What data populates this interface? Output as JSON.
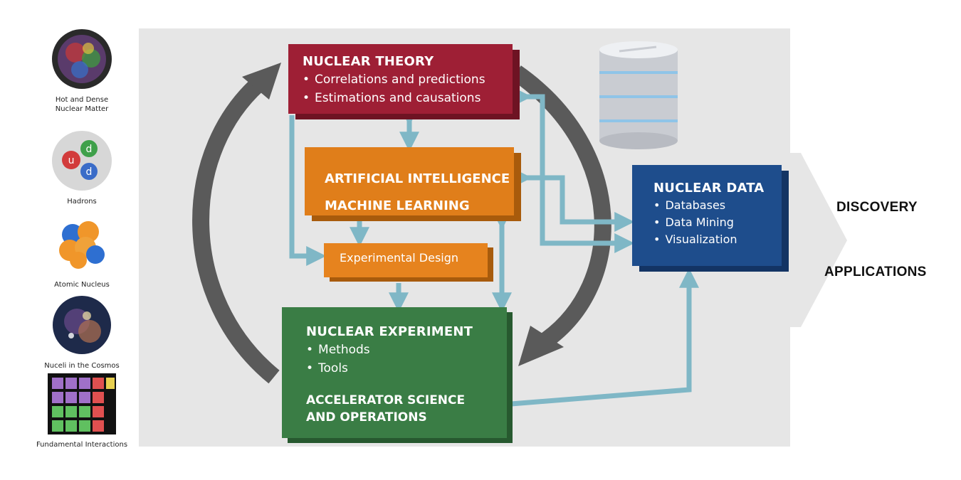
{
  "sidebar": {
    "items": [
      {
        "label": "Hot and Dense\nNuclear Matter",
        "icon": "quark-gluon-plasma-icon"
      },
      {
        "label": "Hadrons",
        "icon": "hadron-icon"
      },
      {
        "label": "Atomic Nucleus",
        "icon": "atomic-nucleus-icon"
      },
      {
        "label": "Nuceli in the Cosmos",
        "icon": "cosmos-icon"
      },
      {
        "label": "Fundamental Interactions",
        "icon": "particle-grid-icon"
      }
    ]
  },
  "hadron_quarks": [
    "u",
    "d",
    "d"
  ],
  "theory": {
    "title": "NUCLEAR THEORY",
    "items": [
      "Correlations and predictions",
      "Estimations and causations"
    ]
  },
  "ai": {
    "line1": "ARTIFICIAL INTELLIGENCE",
    "line2": "MACHINE LEARNING"
  },
  "design": {
    "label": "Experimental Design"
  },
  "experiment": {
    "title": "NUCLEAR EXPERIMENT",
    "items": [
      "Methods",
      "Tools"
    ],
    "accelerator_line1": "ACCELERATOR SCIENCE",
    "accelerator_line2": "AND OPERATIONS"
  },
  "data": {
    "title": "NUCLEAR DATA",
    "items": [
      "Databases",
      "Data Mining",
      "Visualization"
    ]
  },
  "outcomes": {
    "discovery": "DISCOVERY",
    "applications": "APPLICATIONS"
  },
  "colors": {
    "theory": "#9e1f35",
    "ai": "#e07e1a",
    "design": "#e6831e",
    "experiment": "#3a7d45",
    "data": "#1e4d8c",
    "connector": "#7fb7c6",
    "cycle_arrow": "#5a5a5a"
  }
}
